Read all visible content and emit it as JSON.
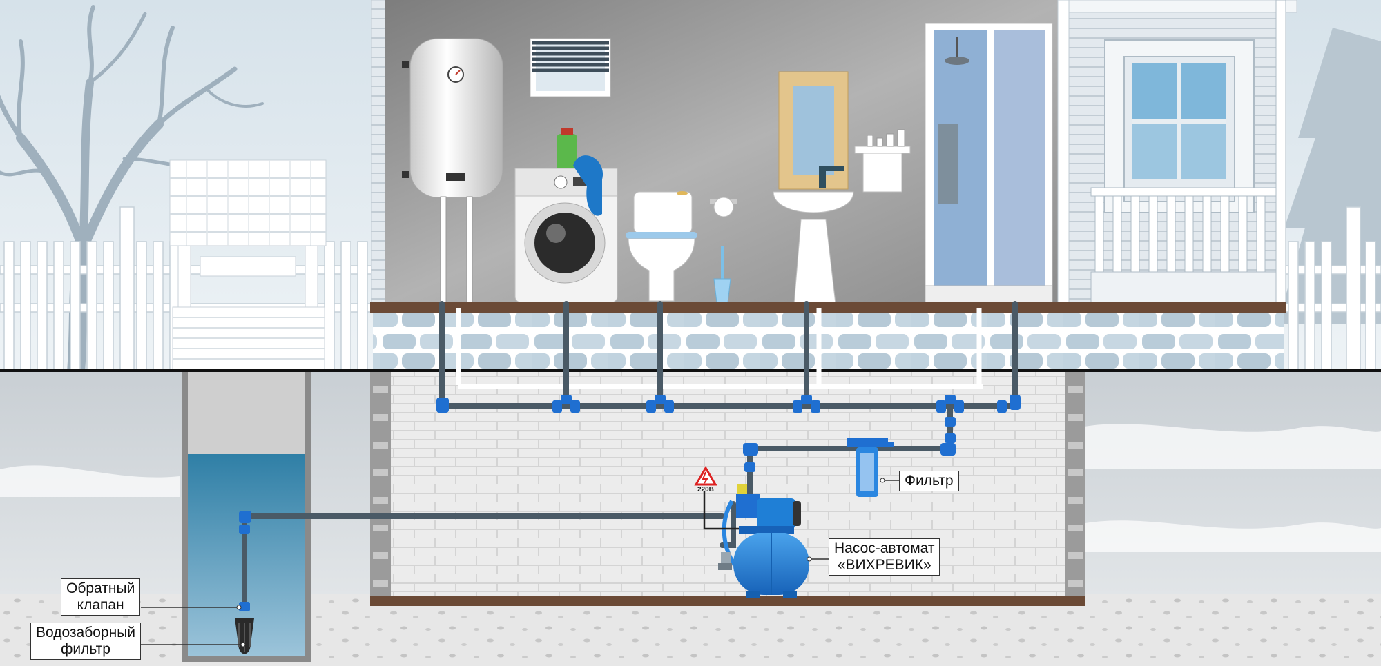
{
  "labels": {
    "filter": "Фильтр",
    "pump_line1": "Насос-автомат",
    "pump_line2": "«ВИХРЕВИК»",
    "check_valve_line1": "Обратный",
    "check_valve_line2": "клапан",
    "intake_filter_line1": "Водозаборный",
    "intake_filter_line2": "фильтр",
    "voltage": "220В"
  },
  "colors": {
    "pipe": "#4a5a66",
    "fitting": "#1f6fd1",
    "pump": "#1f7fd6",
    "water": "#2d7fa6",
    "wall": "#8d8d8d",
    "floor": "#6b4a36"
  }
}
